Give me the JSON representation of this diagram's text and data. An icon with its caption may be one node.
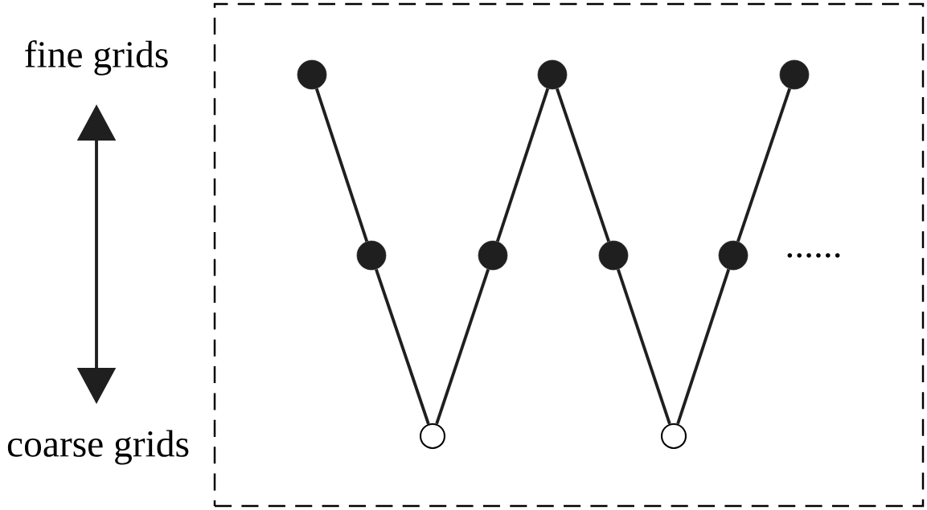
{
  "diagram": {
    "nodes": [
      {
        "text": [],
        "shape": "box"
      },
      {
        "text": [],
        "shape": "dot",
        "in": 0
      },
      {
        "text": [],
        "shape": "dot",
        "in": 0
      },
      {
        "text": [],
        "shape": "circle",
        "in": 0
      },
      {
        "text": [],
        "shape": "dot",
        "in": 0
      },
      {
        "text": [],
        "shape": "dot",
        "in": 0
      },
      {
        "text": [],
        "shape": "dot",
        "in": 0
      },
      {
        "text": [],
        "shape": "circle",
        "in": 0
      },
      {
        "text": [],
        "shape": "dot",
        "in": 0
      },
      {
        "text": [],
        "shape": "dot",
        "in": 0
      }
    ],
    "edges": [
      {
        "from": 1,
        "to": 2,
        "arrow": "none"
      },
      {
        "from": 2,
        "to": 3,
        "arrow": "none"
      },
      {
        "from": 3,
        "to": 4,
        "arrow": "none"
      },
      {
        "from": 4,
        "to": 5,
        "arrow": "none"
      },
      {
        "from": 5,
        "to": 6,
        "arrow": "none"
      },
      {
        "from": 6,
        "to": 7,
        "arrow": "none"
      },
      {
        "from": 7,
        "to": 8,
        "arrow": "none"
      },
      {
        "from": 8,
        "to": 9,
        "arrow": "none"
      }
    ],
    "labels": [
      "fine grids",
      "......",
      "coarse grids"
    ]
  }
}
